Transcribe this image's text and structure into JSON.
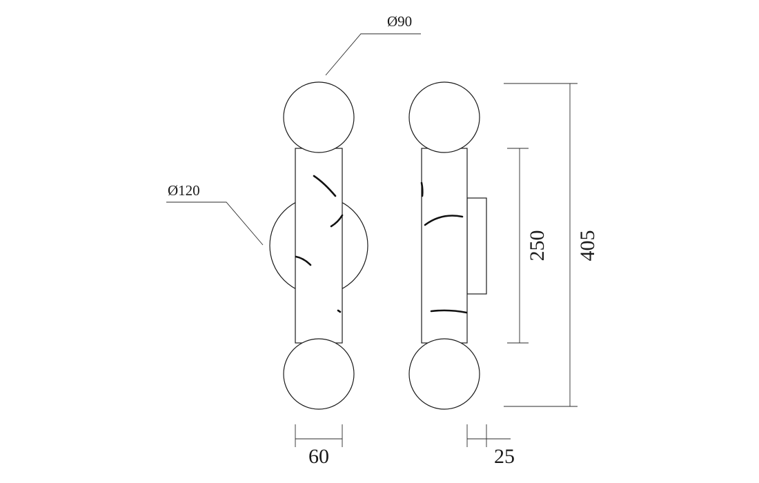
{
  "dimensions": {
    "globe_diameter": "Ø90",
    "backplate_diameter": "Ø120",
    "body_width": "60",
    "backplate_depth": "25",
    "body_height": "250",
    "total_height": "405"
  },
  "colors": {
    "line": "#1a1a1a",
    "background": "#ffffff"
  }
}
